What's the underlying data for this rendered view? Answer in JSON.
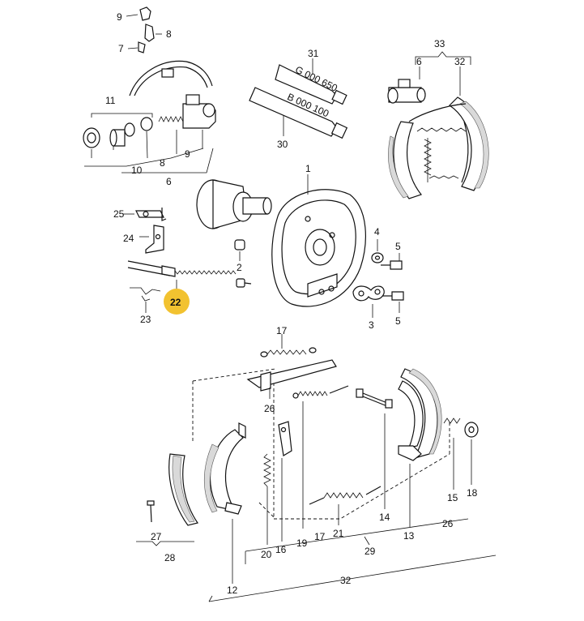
{
  "callouts": {
    "c1": "1",
    "c2": "2",
    "c3": "3",
    "c4": "4",
    "c5a": "5",
    "c5b": "5",
    "c6a": "6",
    "c6b": "6",
    "c7": "7",
    "c8a": "8",
    "c8b": "8",
    "c9a": "9",
    "c9b": "9",
    "c10": "10",
    "c11": "11",
    "c12": "12",
    "c13": "13",
    "c14": "14",
    "c15": "15",
    "c16": "16",
    "c17a": "17",
    "c17b": "17",
    "c18": "18",
    "c19": "19",
    "c20": "20",
    "c21": "21",
    "c22": "22",
    "c23": "23",
    "c24": "24",
    "c25": "25",
    "c26a": "26",
    "c26b": "26",
    "c27": "27",
    "c28": "28",
    "c29": "29",
    "c30": "30",
    "c31": "31",
    "c32a": "32",
    "c32b": "32",
    "c33": "33"
  },
  "tube_labels": {
    "tube31": "G 000 650",
    "tube30": "B 000 100"
  },
  "highlight": {
    "callout": "22",
    "color": "#f2c230"
  }
}
